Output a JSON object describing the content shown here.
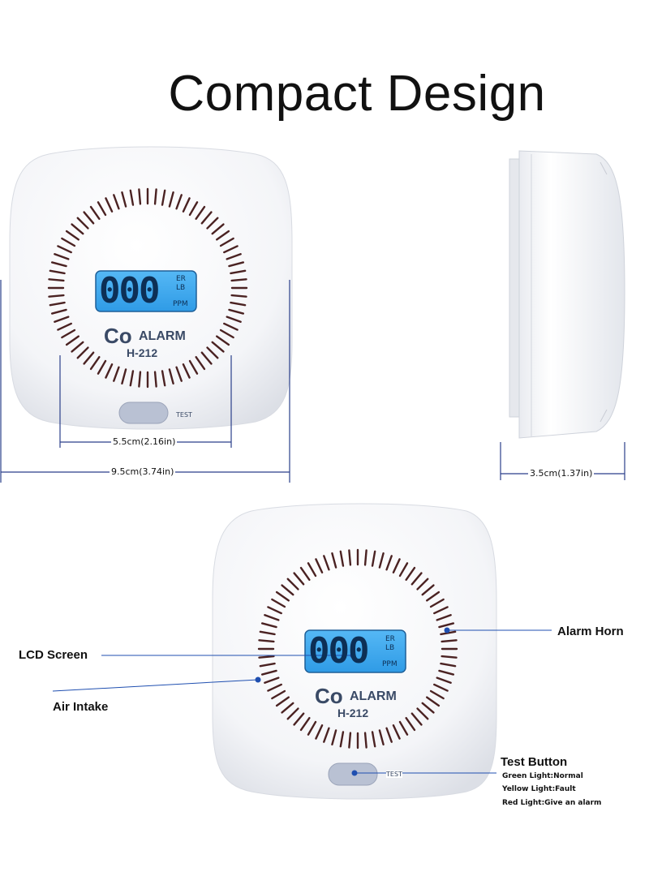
{
  "title": "Compact Design",
  "device": {
    "lcd_digits": "000",
    "lcd_flags": [
      "ER",
      "LB"
    ],
    "lcd_unit": "PPM",
    "brand": "Co",
    "brand_word": "ALARM",
    "model": "H-212",
    "test_label": "TEST"
  },
  "dimensions": {
    "inner_width": "5.5cm(2.16in)",
    "outer_width": "9.5cm(3.74in)",
    "depth": "3.5cm(1.37in)"
  },
  "callouts": {
    "alarm_horn": "Alarm Horn",
    "lcd_screen": "LCD Screen",
    "air_intake": "Air Intake",
    "test_button": "Test Button"
  },
  "test_legend": [
    "Green Light:Normal",
    "Yellow Light:Fault",
    "Red Light:Give an alarm"
  ],
  "colors": {
    "lcd_background": "#38a9f0",
    "vent_slot": "#4a2222",
    "callout_dot": "#1f4fb0",
    "dimension_line": "#2a3f8a",
    "button": "#b9c1d3"
  }
}
